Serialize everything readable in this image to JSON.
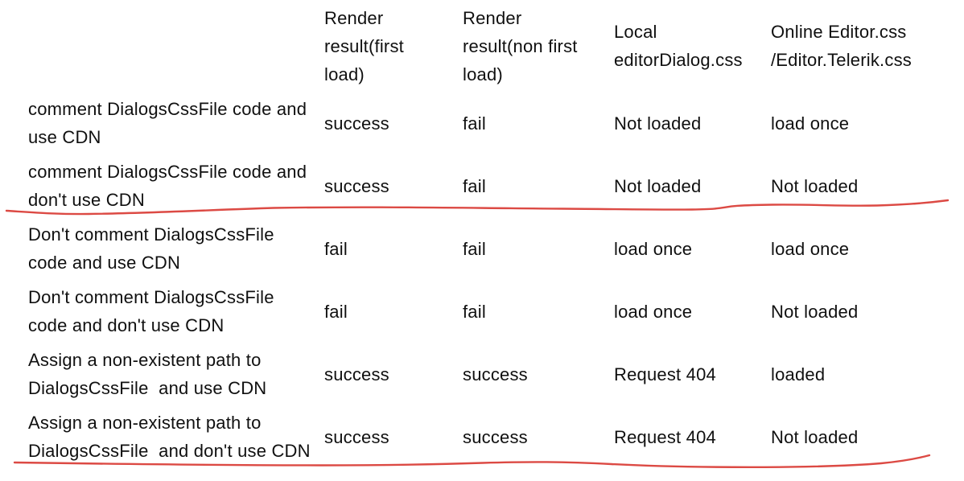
{
  "annotation_color": "#dc4a44",
  "table": {
    "headers": [
      {
        "lines": [
          "",
          "",
          ""
        ]
      },
      {
        "lines": [
          "Render",
          "result(first",
          "load)"
        ]
      },
      {
        "lines": [
          "Render",
          "result(non first",
          "load)"
        ]
      },
      {
        "lines": [
          "Local",
          "editorDialog.css"
        ]
      },
      {
        "lines": [
          "Online Editor.css",
          "/Editor.Telerik.css"
        ]
      }
    ],
    "rows": [
      {
        "label_lines": [
          "comment DialogsCssFile code and",
          "use CDN"
        ],
        "cells": [
          "success",
          "fail",
          "Not loaded",
          "load once"
        ]
      },
      {
        "label_lines": [
          "comment DialogsCssFile code and",
          "don't use CDN"
        ],
        "cells": [
          "success",
          "fail",
          "Not loaded",
          "Not loaded"
        ]
      },
      {
        "label_lines": [
          "Don't comment DialogsCssFile",
          "code and use CDN"
        ],
        "cells": [
          "fail",
          "fail",
          "load once",
          "load once"
        ]
      },
      {
        "label_lines": [
          "Don't comment DialogsCssFile",
          "code and don't use CDN"
        ],
        "cells": [
          "fail",
          "fail",
          "load once",
          "Not loaded"
        ]
      },
      {
        "label_lines": [
          "Assign a non-existent path to",
          "DialogsCssFile  and use CDN"
        ],
        "cells": [
          "success",
          "success",
          "Request 404",
          "loaded"
        ]
      },
      {
        "label_lines": [
          "Assign a non-existent path to",
          "DialogsCssFile  and don't use CDN"
        ],
        "cells": [
          "success",
          "success",
          "Request 404",
          "Not loaded"
        ]
      }
    ]
  }
}
